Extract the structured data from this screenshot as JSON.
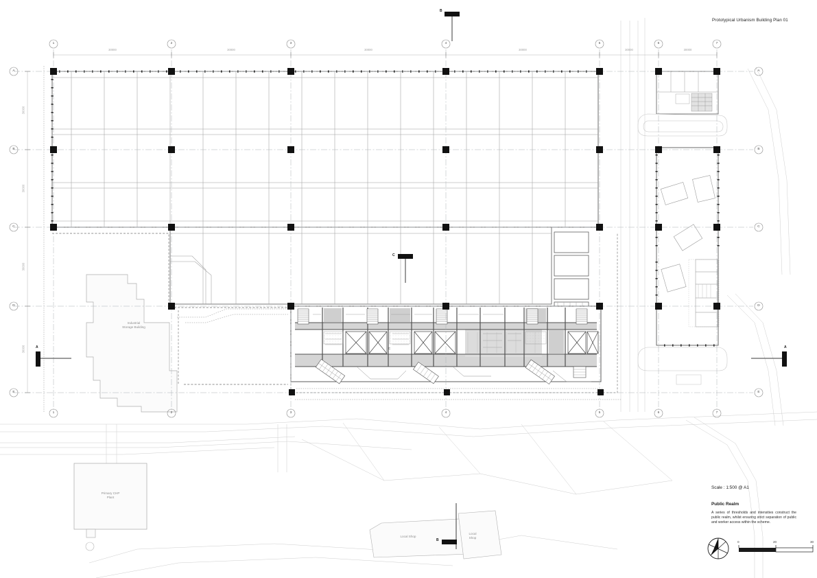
{
  "sheet": {
    "title": "Prototypical Urbanism Building Plan 01",
    "scale_note": "Scale : 1:500 @ A1",
    "section_heading": "Public Realm",
    "section_body": "A series of thresholds and intensities construct the public realm, whilst ensuring strict separation of public and worker access within the scheme.",
    "background": "#ffffff"
  },
  "grid": {
    "column_labels": [
      "1",
      "2",
      "3",
      "4",
      "5",
      "6",
      "7"
    ],
    "row_labels": [
      "A",
      "B",
      "C",
      "D",
      "E"
    ],
    "dimension_label": "30000",
    "column_dimensions": [
      "30000",
      "30000",
      "30000",
      "30000",
      "30000",
      "30000"
    ],
    "row_dimensions": [
      "30000",
      "30000",
      "30000",
      "30000"
    ],
    "line_color": "#9aa0a6",
    "column_color": "#000000"
  },
  "sections": {
    "markers": [
      {
        "id": "A",
        "label": "A",
        "position": "left"
      },
      {
        "id": "A2",
        "label": "A",
        "position": "right"
      },
      {
        "id": "B",
        "label": "B",
        "position": "top"
      },
      {
        "id": "B2",
        "label": "B",
        "position": "bottom"
      },
      {
        "id": "C",
        "label": "C",
        "position": "upper-middle"
      },
      {
        "id": "C2",
        "label": "C",
        "position": "plan-middle"
      }
    ]
  },
  "buildings": [
    {
      "name": "industrial-storage-building",
      "label": "Industrial\nStorage Building"
    },
    {
      "name": "primary-chp-plant",
      "label": "Primary CHP\nPlant"
    },
    {
      "name": "local-shop-west",
      "label": "Local Shop"
    },
    {
      "name": "local-shop-east",
      "label": "Local\nShop"
    }
  ],
  "scalebar": {
    "ticks": [
      "0",
      "20",
      "30"
    ],
    "filled_color": "#1a1a1a",
    "empty_color": "#ffffff"
  },
  "compass": {
    "name": "north-arrow"
  }
}
